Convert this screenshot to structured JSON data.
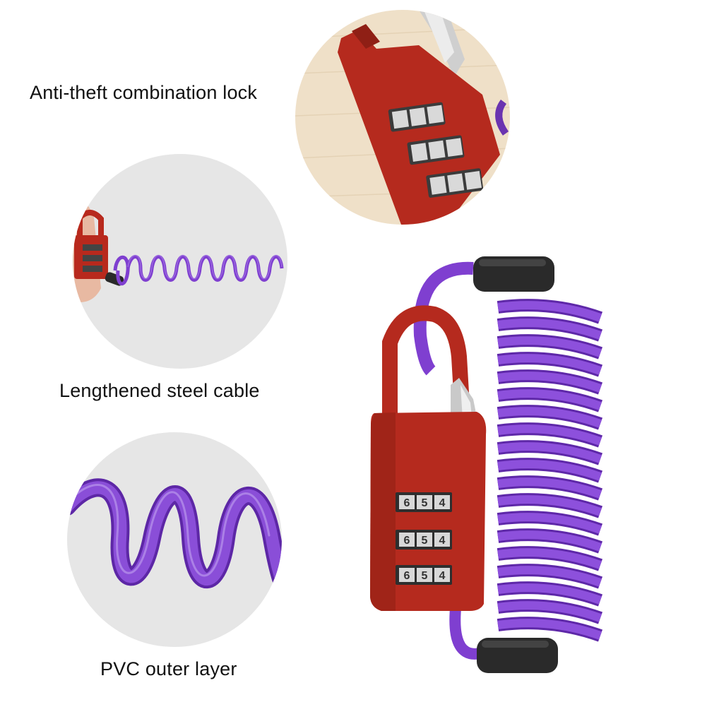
{
  "features": [
    {
      "label": "Anti-theft combination lock"
    },
    {
      "label": "Lengthened steel cable"
    },
    {
      "label": "PVC outer layer"
    }
  ],
  "dial_digits": [
    "6",
    "5",
    "4"
  ],
  "colors": {
    "lock_red": "#b8291d",
    "cable_purple": "#7f3fd0",
    "end_cap": "#2a2a2a",
    "circle_bg": "#e6e6e6",
    "wood_bg": "#efe0c8"
  }
}
